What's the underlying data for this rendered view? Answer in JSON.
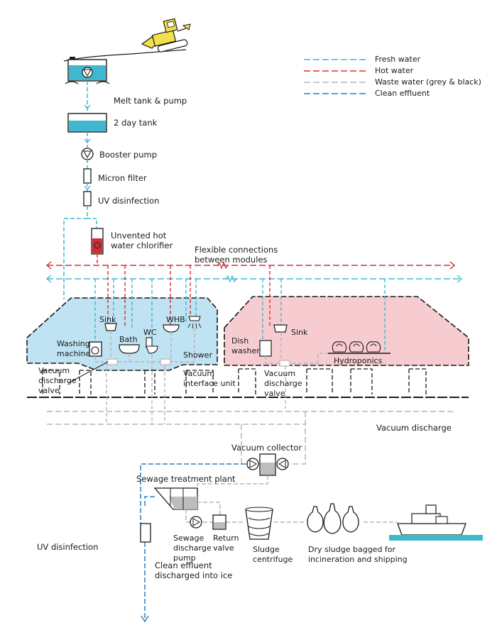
{
  "colors": {
    "fresh_water": "#3fb8cf",
    "hot_water": "#d0303a",
    "waste_water": "#b5b5b5",
    "clean_effluent": "#2a7fc4",
    "outline": "#1a1a1a",
    "module_left_fill": "#bfe3f3",
    "module_right_fill": "#f7ccd1",
    "tank_water": "#3fb8cf",
    "chlorifier_fill": "#d0303a",
    "dozer_yellow": "#f2e04a",
    "sludge_grey": "#bdbdbd"
  },
  "legend": [
    {
      "key": "fresh_water",
      "label": "Fresh water"
    },
    {
      "key": "hot_water",
      "label": "Hot water"
    },
    {
      "key": "waste_water",
      "label": "Waste water (grey & black)"
    },
    {
      "key": "clean_effluent",
      "label": "Clean effluent"
    }
  ],
  "labels": {
    "melt_tank": "Melt tank & pump",
    "two_day_tank": "2 day tank",
    "booster_pump": "Booster pump",
    "micron_filter": "Micron filter",
    "uv_disinfection_top": "UV disinfection",
    "chlorifier": "Unvented hot\nwater chlorifier",
    "flexible_connections": "Flexible connections\nbetween modules",
    "sink_left": "Sink",
    "bath": "Bath",
    "wc": "WC",
    "whb": "WHB",
    "washing_machine": "Washing\nmachine",
    "shower": "Shower",
    "dish_washer": "Dish\nwasher",
    "sink_right": "Sink",
    "hydroponics": "Hydroponics",
    "vacuum_discharge_valve_left": "Vacuum\ndischarge\nvalve",
    "vacuum_interface_unit": "Vacuum\ninterface unit",
    "vacuum_discharge_valve_right": "Vacuum\ndischarge\nvalve",
    "vacuum_collector": "Vacuum collector",
    "vacuum_discharge": "Vacuum discharge",
    "sewage_treatment_plant": "Sewage treatment plant",
    "sewage_discharge_pump": "Sewage\ndischarge\npump",
    "return_valve": "Return\nvalve",
    "sludge_centrifuge": "Sludge\ncentrifuge",
    "dry_sludge": "Dry sludge bagged for\nincineration and shipping",
    "uv_disinfection_bottom": "UV disinfection",
    "clean_effluent_discharge": "Clean effluent\ndischarged into ice"
  }
}
